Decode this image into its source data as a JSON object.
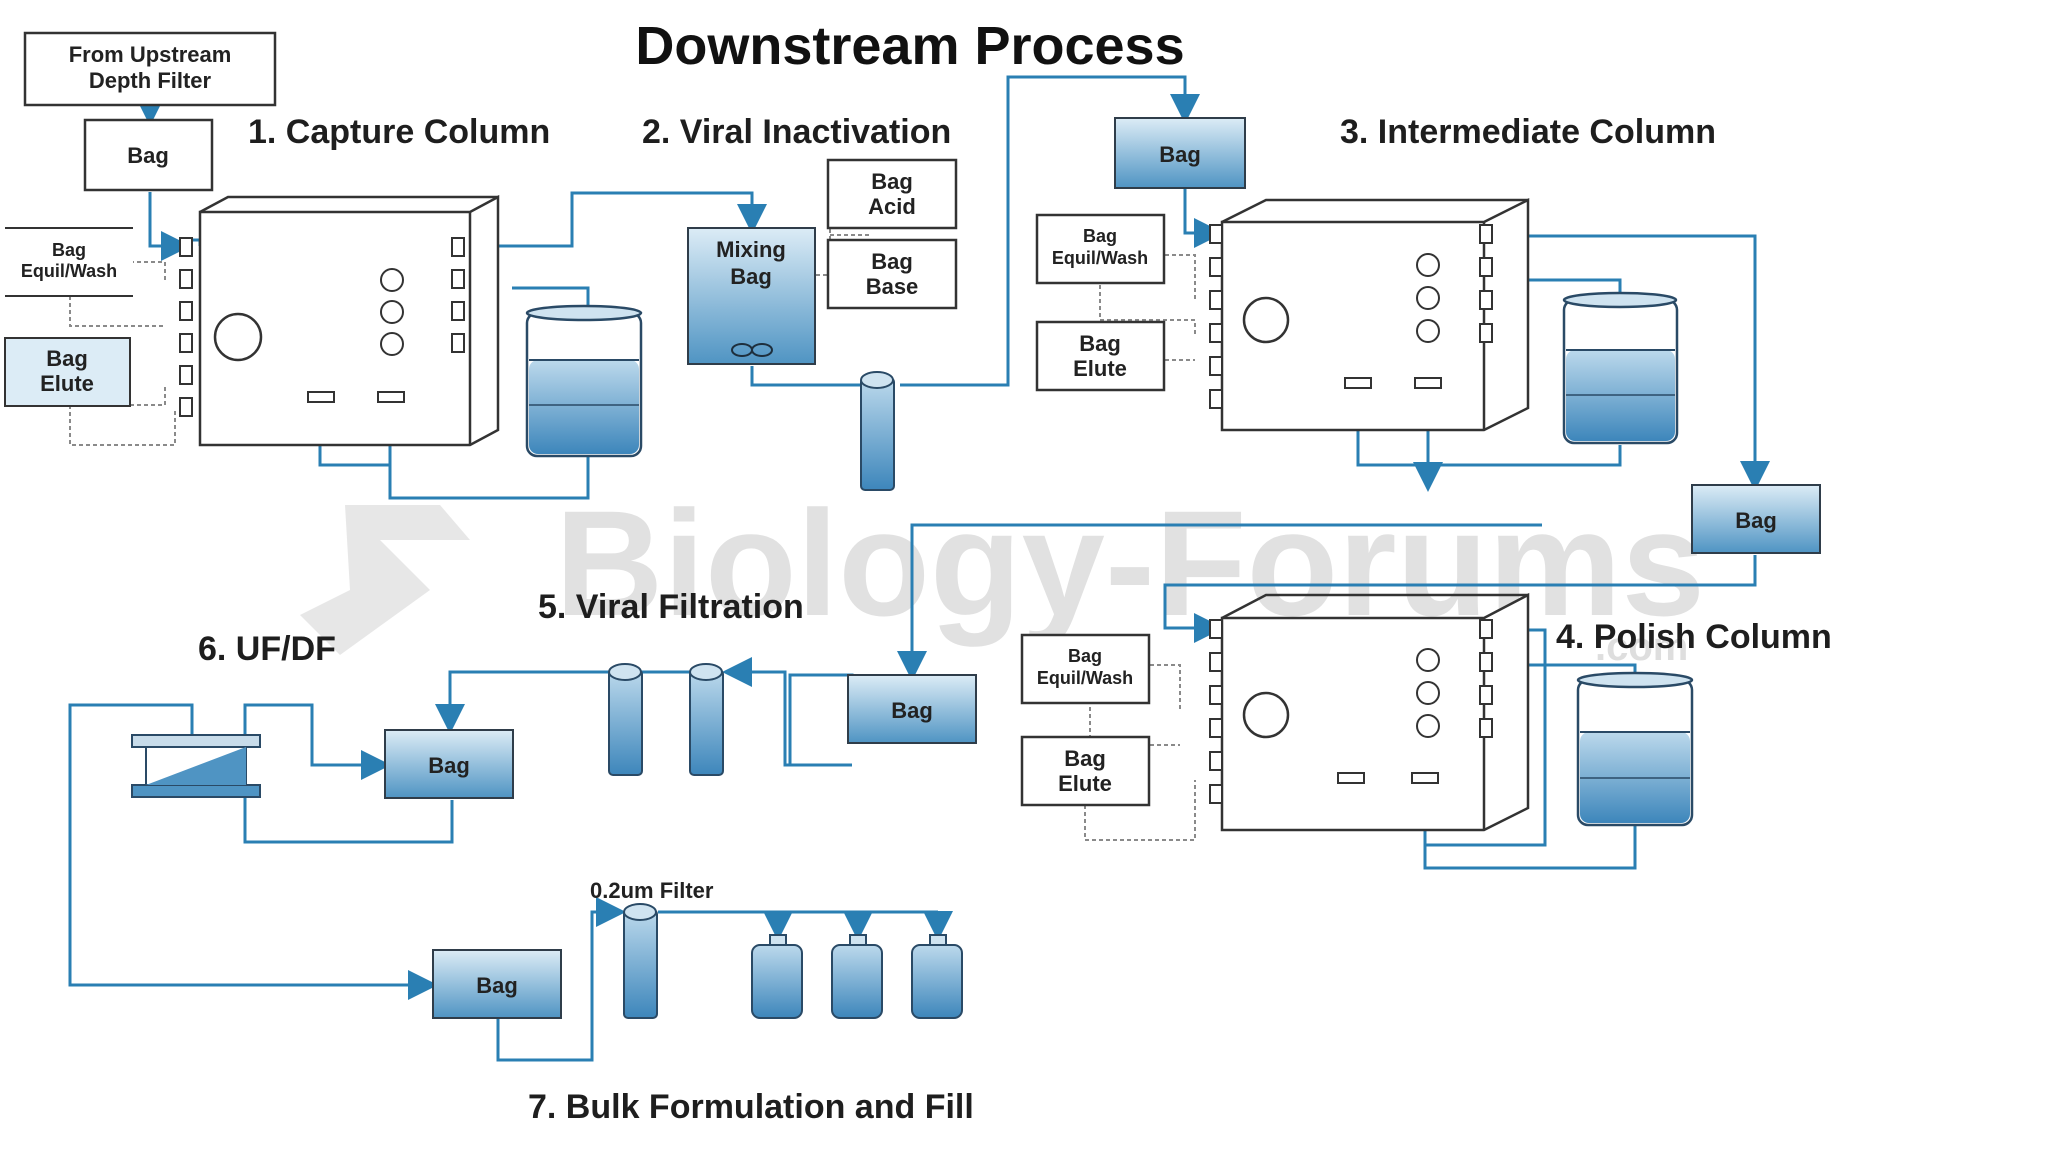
{
  "title": "Downstream Process",
  "watermark": "Biology-Forums",
  "watermark_suffix": ".com",
  "upstream_source": "From Upstream\nDepth Filter",
  "colors": {
    "line": "#2a7fb3",
    "bag_light": "#dcecf6",
    "bag_dark": "#4f94c3",
    "text": "#222222"
  },
  "sections": {
    "capture": "1. Capture Column",
    "viral_inactivation": "2. Viral Inactivation",
    "intermediate": "3. Intermediate Column",
    "polish": "4. Polish Column",
    "viral_filtration": "5. Viral Filtration",
    "ufdf": "6. UF/DF",
    "bulk": "7. Bulk Formulation and Fill"
  },
  "labels": {
    "bag": "Bag",
    "equil_wash": "Bag\nEquil/Wash",
    "elute": "Bag\nElute",
    "acid": "Bag\nAcid",
    "base": "Bag\nBase",
    "mixing_bag": "Mixing\nBag",
    "filter": "0.2um Filter"
  }
}
